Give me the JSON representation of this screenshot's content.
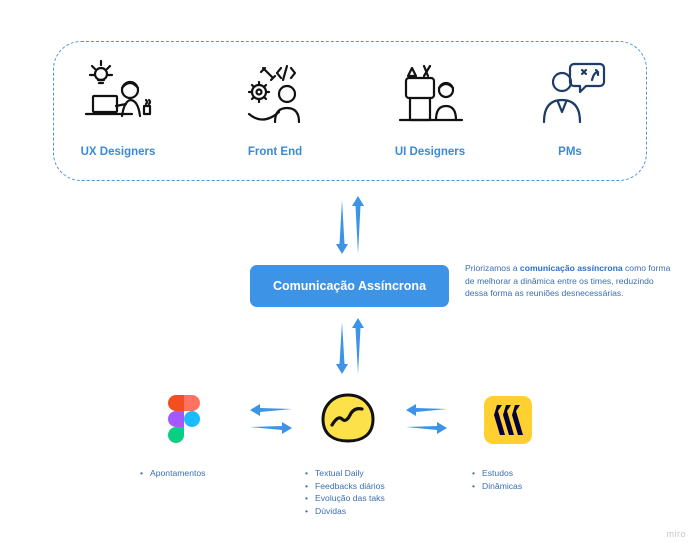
{
  "teams": [
    {
      "label": "UX Designers",
      "icon": "ux-designer-icon"
    },
    {
      "label": "Front End",
      "icon": "front-end-developer-icon"
    },
    {
      "label": "UI Designers",
      "icon": "ui-designer-icon"
    },
    {
      "label": "PMs",
      "icon": "product-manager-icon"
    }
  ],
  "central": {
    "label": "Comunicação Assíncrona"
  },
  "note": {
    "pre": "Priorizamos a ",
    "emph": "comunicação assíncrona",
    "post": " como forma de melhorar a dinâmica entre os times, reduzindo dessa forma as reuniões desnecessárias."
  },
  "tools": [
    {
      "icon": "figma-icon",
      "items": [
        "Apontamentos"
      ]
    },
    {
      "icon": "basecamp-icon",
      "items": [
        "Textual Daily",
        "Feedbacks diários",
        "Evolução das taks",
        "Dúvidas"
      ]
    },
    {
      "icon": "miro-icon",
      "items": [
        "Estudos",
        "Dinâmicas"
      ]
    }
  ],
  "watermark": "miro",
  "colors": {
    "accent": "#3d94e6",
    "label_blue": "#3a8ad6",
    "text_blue": "#3a6fb0",
    "miro_yellow": "#ffd02f",
    "basecamp_yellow": "#fde14a"
  }
}
